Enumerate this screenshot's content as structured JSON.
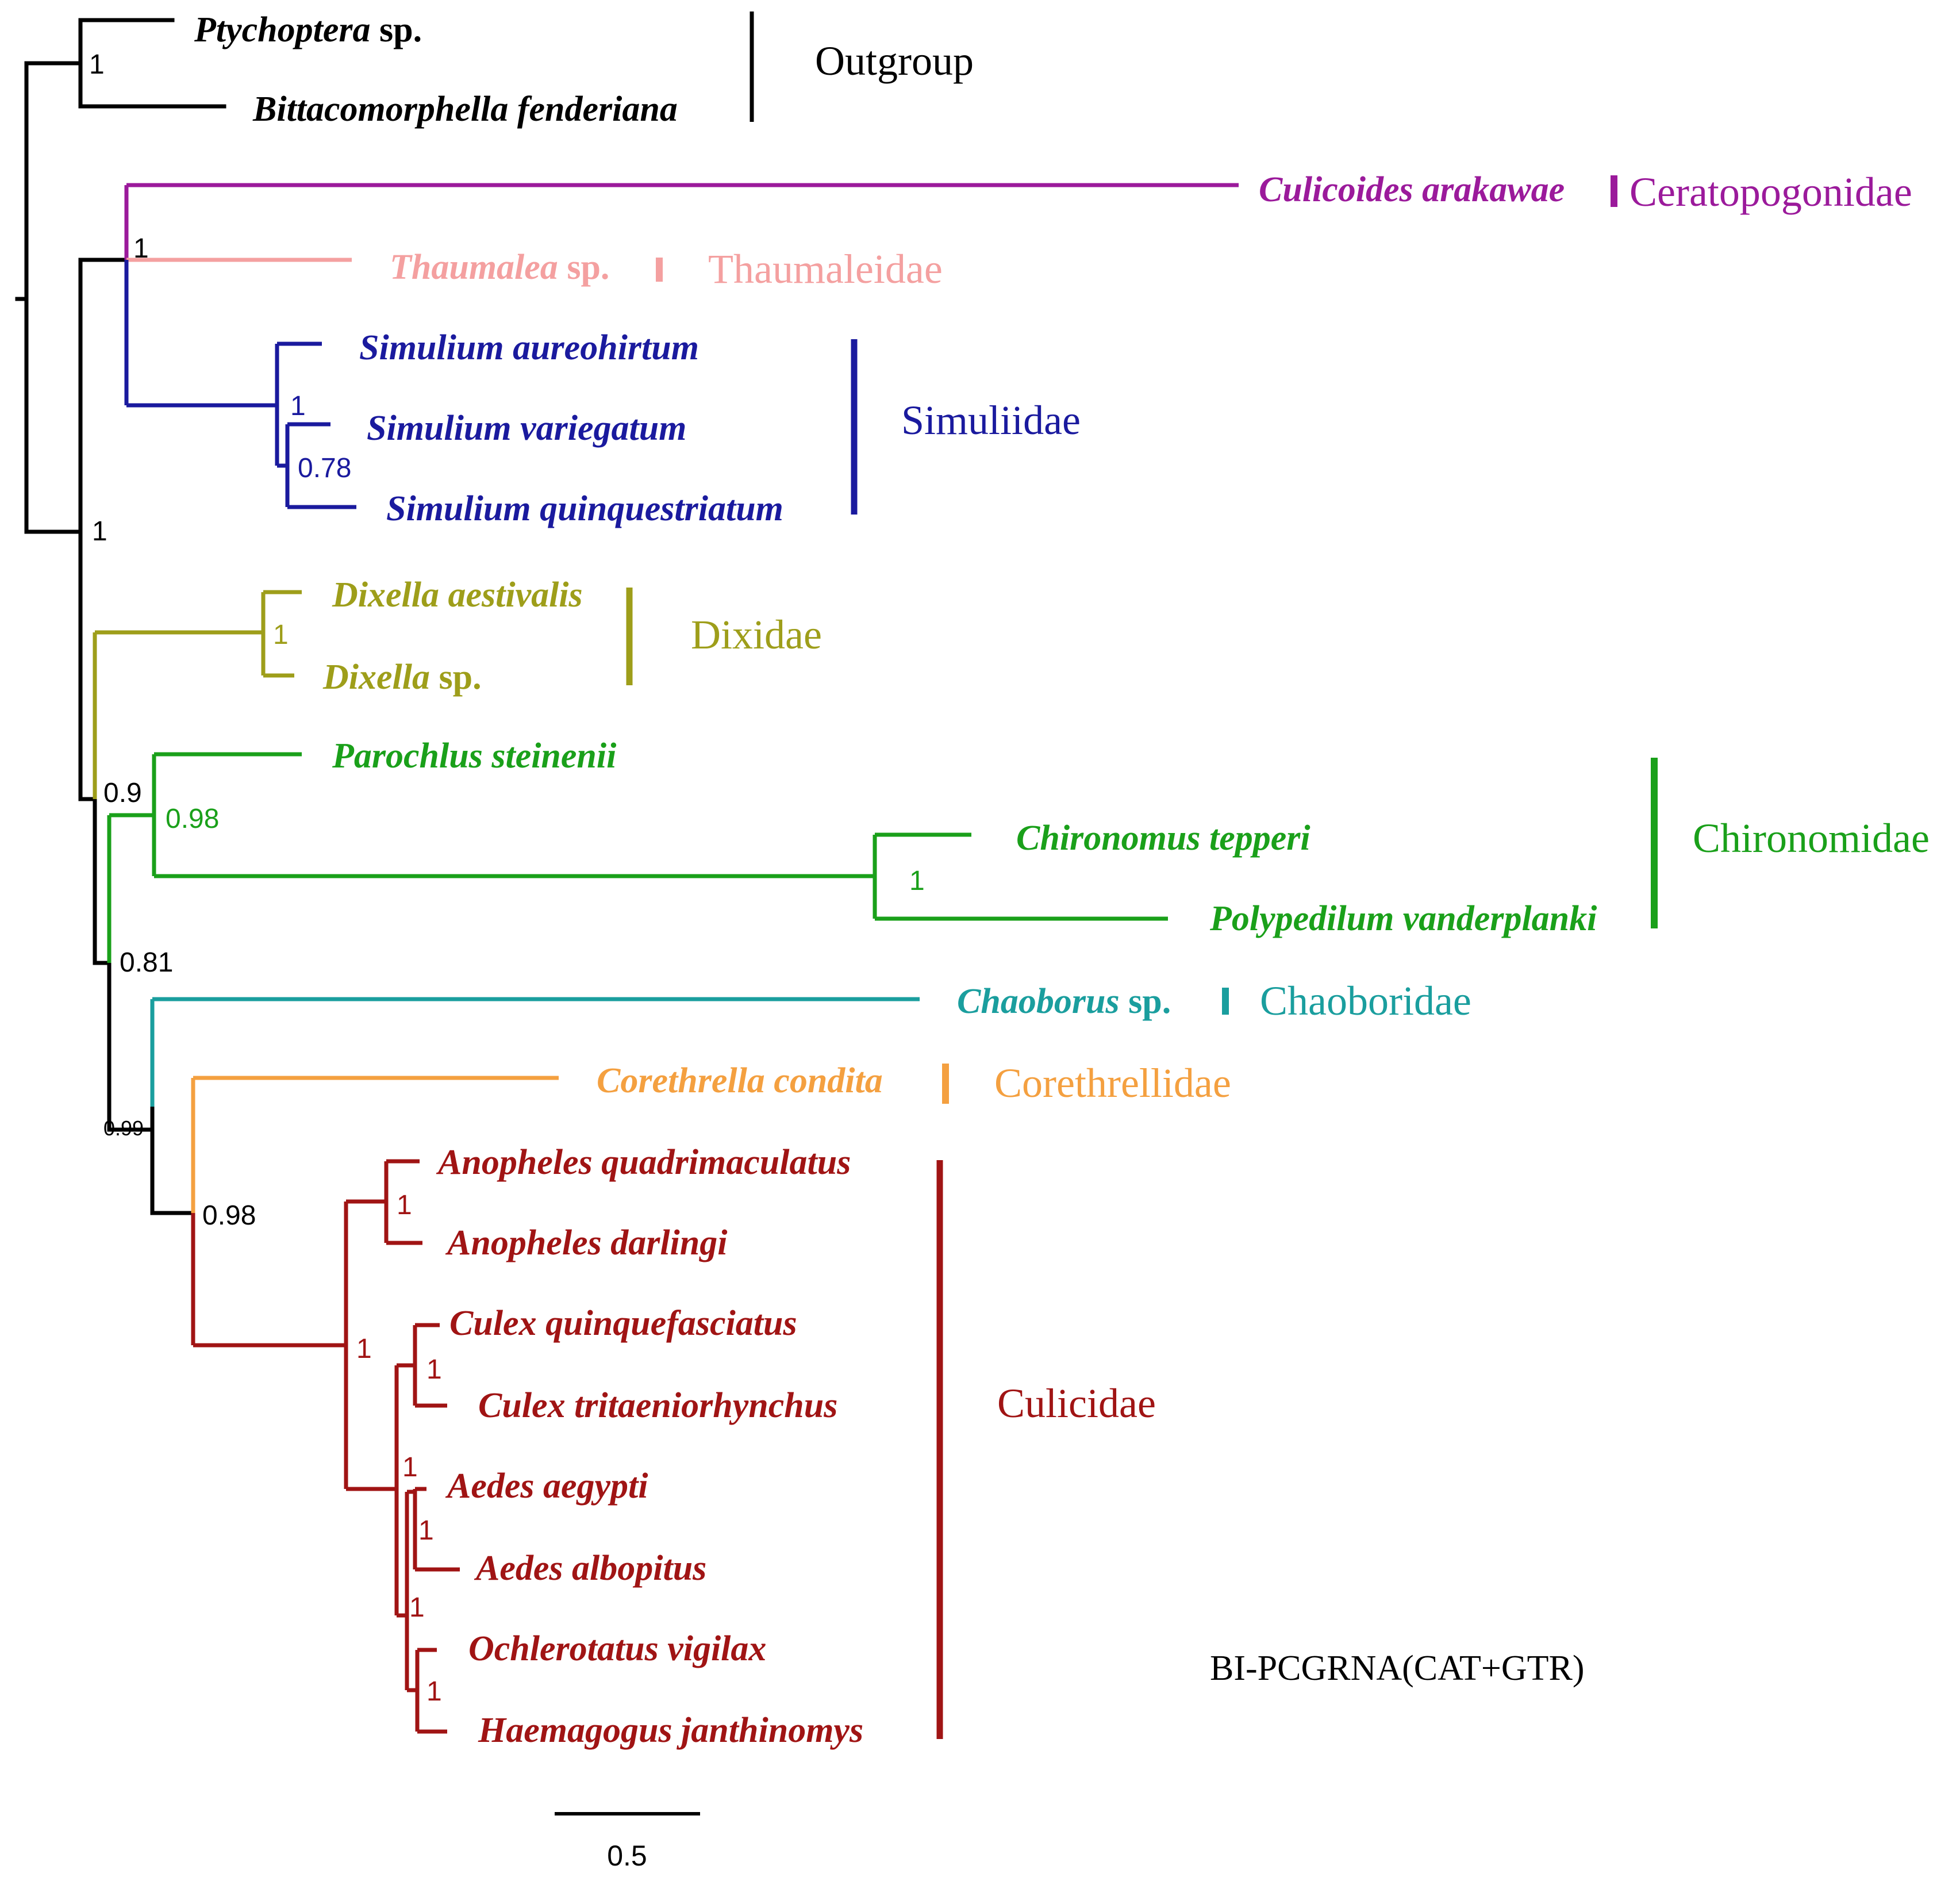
{
  "colors": {
    "outgroup": "#000000",
    "ceratopogonidae": "#9b1a9b",
    "thaumaleidae": "#f4a0a0",
    "simuliidae": "#1a1a9e",
    "dixidae": "#9e9e1a",
    "chironomidae": "#1aa01a",
    "chaoboridae": "#1a9e9e",
    "corethrellidae": "#f4a040",
    "culicidae": "#a01414"
  },
  "taxa": {
    "ptychoptera": {
      "genus": "Ptychoptera",
      "suffix": " sp."
    },
    "bittacomorphella": {
      "name": "Bittacomorphella fenderiana"
    },
    "culicoides": {
      "name": "Culicoides arakawae"
    },
    "thaumalea": {
      "genus": "Thaumalea",
      "suffix": " sp."
    },
    "sim_aureohirtum": {
      "name": "Simulium aureohirtum"
    },
    "sim_variegatum": {
      "name": "Simulium variegatum"
    },
    "sim_quinque": {
      "name": "Simulium quinquestriatum"
    },
    "dix_aestivalis": {
      "name": "Dixella aestivalis"
    },
    "dixella_sp": {
      "genus": "Dixella",
      "suffix": " sp."
    },
    "parochlus": {
      "name": "Parochlus steinenii"
    },
    "chironomus": {
      "name": "Chironomus tepperi"
    },
    "polypedilum": {
      "name": "Polypedilum vanderplanki"
    },
    "chaoborus": {
      "genus": "Chaoborus",
      "suffix": " sp."
    },
    "corethrella": {
      "name": "Corethrella condita"
    },
    "an_quadri": {
      "name": "Anopheles quadrimaculatus"
    },
    "an_darlingi": {
      "name": "Anopheles darlingi"
    },
    "cx_quinque": {
      "name": "Culex quinquefasciatus"
    },
    "cx_trit": {
      "name": "Culex tritaeniorhynchus"
    },
    "ae_aegypti": {
      "name": "Aedes aegypti"
    },
    "ae_albopitus": {
      "name": "Aedes albopitus"
    },
    "och_vigilax": {
      "name": "Ochlerotatus vigilax"
    },
    "haem": {
      "name": "Haemagogus janthinomys"
    }
  },
  "families": {
    "outgroup": "Outgroup",
    "ceratopogonidae": "Ceratopogonidae",
    "thaumaleidae": "Thaumaleidae",
    "simuliidae": "Simuliidae",
    "dixidae": "Dixidae",
    "chironomidae": "Chironomidae",
    "chaoboridae": "Chaoboridae",
    "corethrellidae": "Corethrellidae",
    "culicidae": "Culicidae"
  },
  "support": {
    "outgroup": "1",
    "culicoides_node": "1",
    "simuliid_node": "1",
    "sim_inner": "0.78",
    "ingroup": "1",
    "dixidae": "1",
    "dix_chir": "0.9",
    "chironomidae": "0.98",
    "chir_inner": "1",
    "node081": "0.81",
    "node099": "0.99",
    "node098": "0.98",
    "anopheles": "1",
    "culicinae": "1",
    "culex": "1",
    "aedini": "1",
    "aedes": "1",
    "aedini_inner": "1",
    "och_haem": "1"
  },
  "method_label": "BI-PCGRNA(CAT+GTR)",
  "scale_bar": {
    "label": "0.5"
  }
}
